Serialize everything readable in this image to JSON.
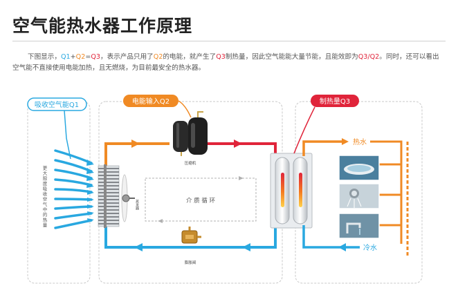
{
  "page": {
    "title": "空气能热水器工作原理",
    "intro": {
      "p1": "下图显示，",
      "q1": "Q1",
      "plus": "+",
      "q2": "Q2",
      "eq": "=",
      "q3": "Q3",
      "p2": "，表示产品只用了",
      "q2b": "Q2",
      "p3": "的电能，就产生了",
      "q3b": "Q3",
      "p4": "制热量，因此空气能能大量节能，且能效即为",
      "ratio": "Q3/Q2",
      "p5": "。同时，还可以看出空气能不直接使用电能加热，且无燃烧，为目前最安全的热水器。"
    }
  },
  "diagram": {
    "air_label": "吸收空气能Q1",
    "power_label": "电能输入Q2",
    "heat_label": "制热量Q3",
    "air_side_text": "更大限度吸收空气中的热量",
    "compressor_label": "压缩机",
    "fan_label": "蒸发器",
    "medium_label": "介 质 循 环",
    "valve_label": "膨胀阀",
    "hot_water_label": "热水",
    "cold_water_label": "冷水"
  },
  "colors": {
    "air_blue": "#29a8e0",
    "power_orange": "#f08a24",
    "heat_red": "#e0243a",
    "dash": "#c8c8c8"
  }
}
